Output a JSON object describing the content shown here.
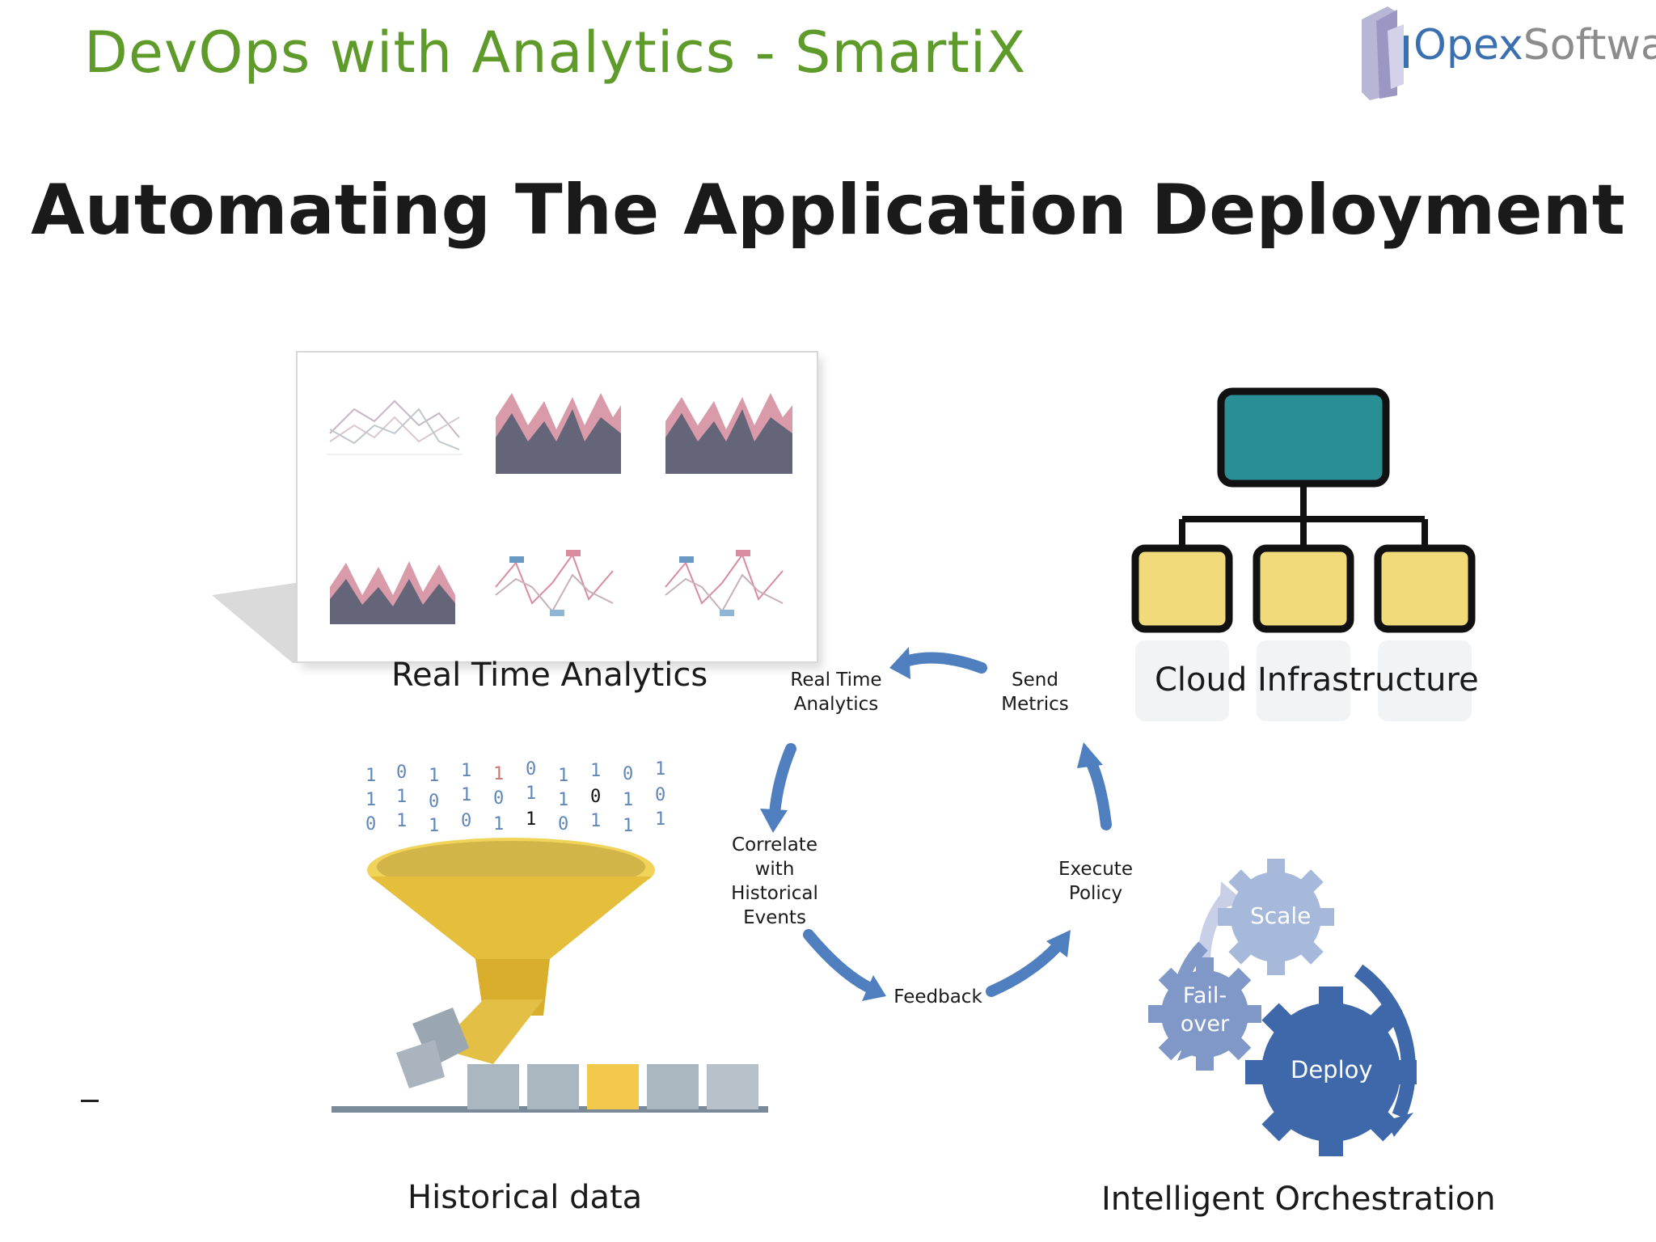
{
  "slide": {
    "title": "DevOps with Analytics - SmartiX",
    "heading": "Automating The Application Deployment"
  },
  "logo": {
    "brand_primary": "Opex",
    "brand_secondary": "Software",
    "primary_color": "#3a6fb0",
    "secondary_color": "#8c8c8c"
  },
  "components": {
    "real_time_analytics": "Real Time Analytics",
    "cloud_infrastructure": "Cloud Infrastructure",
    "historical_data": "Historical data",
    "intelligent_orchestration": "Intelligent Orchestration"
  },
  "cycle": {
    "real_time_analytics": "Real Time\nAnalytics",
    "send_metrics": "Send\nMetrics",
    "correlate": "Correlate\nwith\nHistorical\nEvents",
    "execute_policy": "Execute\nPolicy",
    "feedback": "Feedback"
  },
  "gears": {
    "scale": "Scale",
    "failover": "Fail-\nover",
    "deploy": "Deploy"
  },
  "colors": {
    "title_green": "#5e9b2a",
    "arrow_blue": "#4f7fbf",
    "teal": "#2a8f95",
    "yellow": "#f0da7a",
    "gear_light": "#a7b9db",
    "gear_mid": "#7f98c8",
    "gear_dark": "#3e68aa"
  }
}
